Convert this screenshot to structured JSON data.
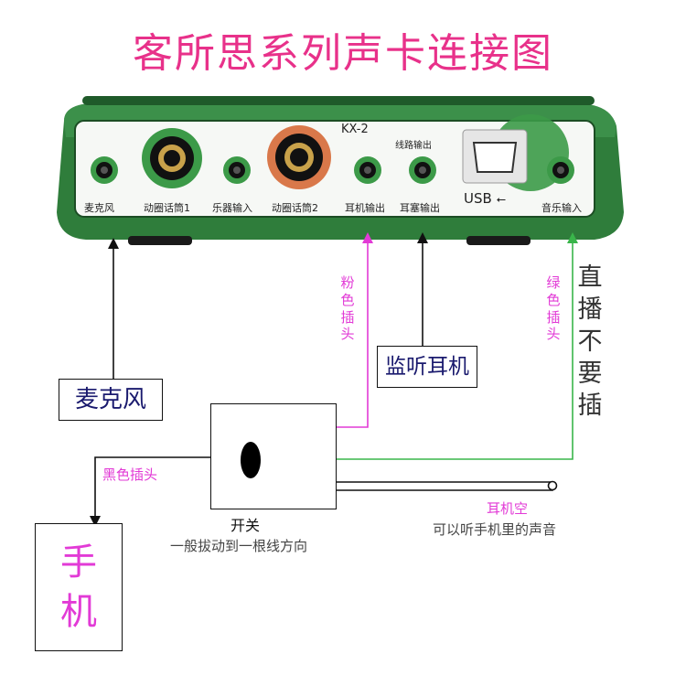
{
  "title": "客所思系列声卡连接图",
  "device": {
    "model": "KX-2",
    "line_out_group": "线路输出",
    "usb_text": "USB",
    "ports": [
      "麦克风",
      "动圈话筒1",
      "乐器输入",
      "动圈话筒2",
      "耳机输出",
      "耳塞输出",
      "音乐输入"
    ]
  },
  "labels": {
    "pink_plug": "粉色插头",
    "green_plug": "绿色插头",
    "no_plug_live": "直播不要插",
    "microphone": "麦克风",
    "monitor_headphones": "监听耳机",
    "black_plug": "黑色插头",
    "phone": "手机",
    "switch": "开关",
    "switch_hint": "一般拔动到一根线方向",
    "earphone_empty": "耳机空",
    "earphone_hint": "可以听手机里的声音"
  },
  "colors": {
    "title": "#e8318a",
    "device_body": "#2f7d3b",
    "pink_wire": "#e23ad6",
    "green_wire": "#39b54a",
    "jack_ring_orange": "#d9784a"
  }
}
